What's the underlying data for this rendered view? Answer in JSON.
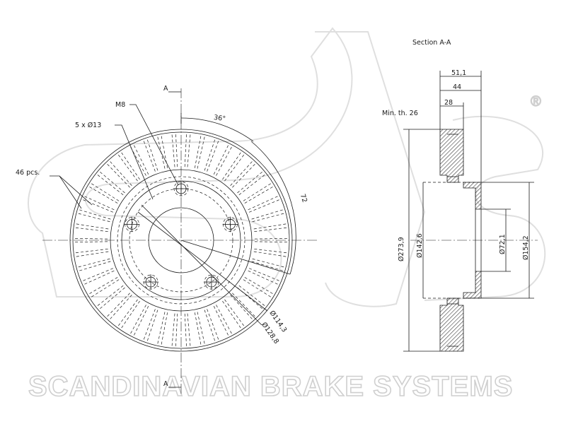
{
  "watermark": {
    "brand_text": "SCANDINAVIAN BRAKE SYSTEMS",
    "registered_mark": "®"
  },
  "front_view": {
    "section_marks": [
      "A",
      "A"
    ],
    "vent_angle": "36°",
    "vane_label": "72",
    "thread_label": "M8",
    "holes_label": "5 x Ø13",
    "vanes_label": "46 pcs.",
    "pcd_label": "Ø114,3",
    "hub_circle_label": "Ø128,8"
  },
  "section_view": {
    "title": "Section A-A",
    "min_thickness": "Min. th. 26",
    "dimensions": {
      "overall_height": "51,1",
      "hat_height": "44",
      "disc_thickness": "28",
      "outer_diameter": "Ø273,9",
      "hat_diameter": "Ø142,6",
      "center_bore": "Ø72,1",
      "hat_outer_diameter": "Ø154,2"
    }
  },
  "colors": {
    "line": "#1a1a1a",
    "watermark": "#cfcfcf",
    "background": "#ffffff"
  }
}
